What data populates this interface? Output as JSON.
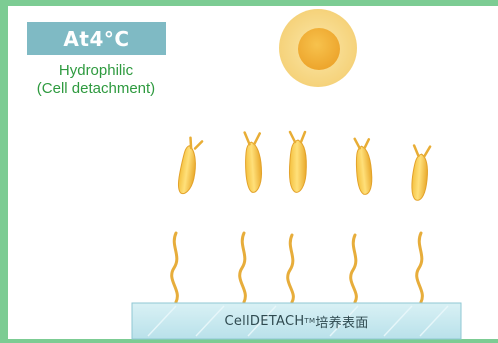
{
  "badge": {
    "text": "At4°C"
  },
  "description": {
    "line1": "Hydrophilic",
    "line2": "(Cell detachment)"
  },
  "surface": {
    "name": "CellDETACH",
    "trademark": "TM",
    "suffix": " 培养表面"
  },
  "colors": {
    "frame": "#7ccc93",
    "badge": "#7fbac4",
    "text_green": "#2e9a3f",
    "cell_outer": "#f6d98a",
    "cell_inner": "#f2b73f",
    "polymer": "#e7ad3b",
    "surface": "#c9e9ef"
  },
  "icons": [
    "detached-cell-icon",
    "hydrated-polymer-icon",
    "polymer-chain-icon"
  ]
}
